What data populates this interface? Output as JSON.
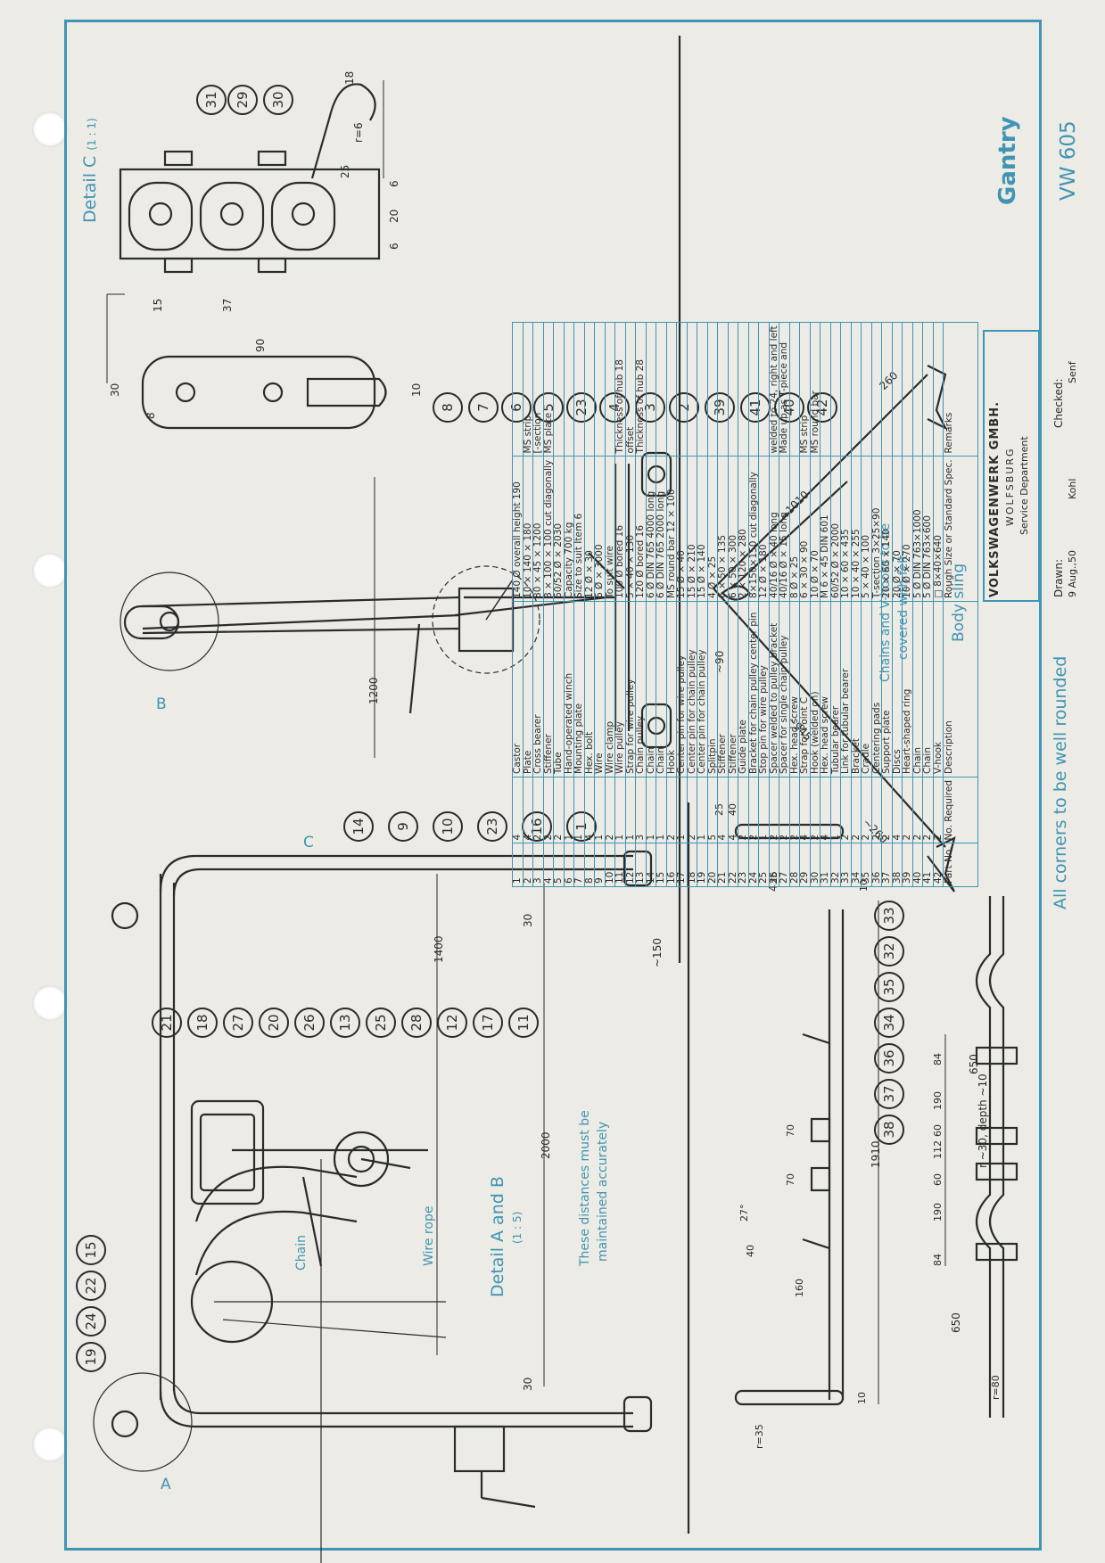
{
  "drawing": {
    "title": "Gantry",
    "number": "VW 605",
    "company": "VOLKSWAGENWERK GMBH.",
    "city": "WOLFSBURG",
    "department": "Service Department",
    "drawn_label": "Drawn:",
    "drawn_date": "9 Aug.,50",
    "drawn_by": "Kohl",
    "checked_label": "Checked:",
    "checked_by": "Senf"
  },
  "labels": {
    "detail_c": "Detail C",
    "detail_c_scale": "(1 : 1)",
    "detail_ab": "Detail A and B",
    "detail_ab_scale": "(1 : 5)",
    "body_sling": "Body sling",
    "felt_note_1": "Chains and V-hooks to be",
    "felt_note_2": "covered with felt",
    "accuracy_note_1": "These distances must be",
    "accuracy_note_2": "maintained accurately",
    "corners_note": "All corners to be well rounded",
    "chain": "Chain",
    "wire_rope": "Wire rope",
    "letter_a": "A",
    "letter_b": "B",
    "letter_c": "C"
  },
  "parts_header": {
    "part_no": "Part No.",
    "no_required": "No. Required",
    "description": "Description",
    "size": "Rough Size or Standard Spec.",
    "remarks": "Remarks"
  },
  "parts": [
    {
      "part": "42",
      "qty": "2",
      "desc": "V-hook",
      "size": "□ 8×40×640",
      "remarks": ""
    },
    {
      "part": "41",
      "qty": "2",
      "desc": "Chain",
      "size": "5 Ø DIN 763×600",
      "remarks": ""
    },
    {
      "part": "40",
      "qty": "2",
      "desc": "Chain",
      "size": "5 Ø DIN 763×1000",
      "remarks": ""
    },
    {
      "part": "39",
      "qty": "2",
      "desc": "Heart-shaped ring",
      "size": "10 Ø × 270",
      "remarks": ""
    },
    {
      "part": "38",
      "qty": "4",
      "desc": "Discs",
      "size": "20 Ø × 70",
      "remarks": ""
    },
    {
      "part": "37",
      "qty": "2",
      "desc": "Support plate",
      "size": "20 × 60 × 140",
      "remarks": ""
    },
    {
      "part": "36",
      "qty": "2",
      "desc": "Centering pads",
      "size": "T-section 3×25×90",
      "remarks": ""
    },
    {
      "part": "35",
      "qty": "2",
      "desc": "Cradle",
      "size": "5 × 40 × 100",
      "remarks": ""
    },
    {
      "part": "34",
      "qty": "2",
      "desc": "Bracket",
      "size": "10 × 40 × 255",
      "remarks": ""
    },
    {
      "part": "33",
      "qty": "2",
      "desc": "Link for tubular bearer",
      "size": "10 × 60 × 435",
      "remarks": ""
    },
    {
      "part": "32",
      "qty": "1",
      "desc": "Tubular bearer",
      "size": "60/52 Ø × 2000",
      "remarks": ""
    },
    {
      "part": "31",
      "qty": "4",
      "desc": "Hex. head screw",
      "size": "M 6 × 45 DIN 601",
      "remarks": ""
    },
    {
      "part": "30",
      "qty": "2",
      "desc": "Hook (welded on)",
      "size": "10 Ø × 70",
      "remarks": "MS round bar"
    },
    {
      "part": "29",
      "qty": "4",
      "desc": "Strap for Point C",
      "size": "6 × 30 × 90",
      "remarks": "MS strip"
    },
    {
      "part": "28",
      "qty": "2",
      "desc": "Hex. head screw",
      "size": "8 Ø × 25",
      "remarks": ""
    },
    {
      "part": "27",
      "qty": "2",
      "desc": "Spacer for single chain pulley",
      "size": "40/16 Ø × 15 long",
      "remarks": "Made up as T-piece and"
    },
    {
      "part": "26",
      "qty": "2",
      "desc": "Spacer welded to pulley bracket",
      "size": "40/16 Ø × 40 long",
      "remarks": "welded to 24, right and left"
    },
    {
      "part": "25",
      "qty": "1",
      "desc": "Stop pin for wire pulley",
      "size": "12 Ø × 180",
      "remarks": ""
    },
    {
      "part": "24",
      "qty": "2",
      "desc": "Bracket for chain pulley center pin",
      "size": "8×150×150 cut diagonally",
      "remarks": ""
    },
    {
      "part": "23",
      "qty": "2",
      "desc": "Guide plate",
      "size": "2 × 120 × 280",
      "remarks": ""
    },
    {
      "part": "22",
      "qty": "4",
      "desc": "Stiffener",
      "size": "6 × 50 × 300",
      "remarks": ""
    },
    {
      "part": "21",
      "qty": "4",
      "desc": "Stiffener",
      "size": "6 × 50 × 135",
      "remarks": ""
    },
    {
      "part": "20",
      "qty": "5",
      "desc": "Splitpin",
      "size": "4 Ø × 25",
      "remarks": ""
    },
    {
      "part": "19",
      "qty": "1",
      "desc": "Center pin for chain pulley",
      "size": "15 Ø × 140",
      "remarks": ""
    },
    {
      "part": "18",
      "qty": "2",
      "desc": "Center pin for chain pulley",
      "size": "15 Ø × 210",
      "remarks": ""
    },
    {
      "part": "17",
      "qty": "1",
      "desc": "Center pin for wire pulley",
      "size": "15 Ø × 40",
      "remarks": ""
    },
    {
      "part": "16",
      "qty": "2",
      "desc": "Hook",
      "size": "MS round bar 12 × 100",
      "remarks": ""
    },
    {
      "part": "15",
      "qty": "1",
      "desc": "Chain",
      "size": "6 Ø DIN 765 2000 long",
      "remarks": ""
    },
    {
      "part": "14",
      "qty": "1",
      "desc": "Chain",
      "size": "6 Ø DIN 765 4000 long",
      "remarks": ""
    },
    {
      "part": "13",
      "qty": "3",
      "desc": "Chain pulley",
      "size": "120 Ø bored 16",
      "remarks": "Thickness of hub 28"
    },
    {
      "part": "12",
      "qty": "1",
      "desc": "Strap for wire pulley",
      "size": "5 × 40 × 130",
      "remarks": "offset"
    },
    {
      "part": "11",
      "qty": "1",
      "desc": "Wire pulley",
      "size": "100 Ø bored 16",
      "remarks": "Thickness of hub 18"
    },
    {
      "part": "10",
      "qty": "2",
      "desc": "Wire clamp",
      "size": "To suit wire",
      "remarks": ""
    },
    {
      "part": "9",
      "qty": "1",
      "desc": "Wire",
      "size": "6 Ø × 3000",
      "remarks": ""
    },
    {
      "part": "8",
      "qty": "4",
      "desc": "Hex. bolt",
      "size": "12 Ø × 30",
      "remarks": ""
    },
    {
      "part": "7",
      "qty": "1",
      "desc": "Mounting plate",
      "size": "Size to suit Item 6",
      "remarks": ""
    },
    {
      "part": "6",
      "qty": "1",
      "desc": "Hand-operated winch",
      "size": "Capacity 700 kg",
      "remarks": ""
    },
    {
      "part": "5",
      "qty": "2",
      "desc": "Tube",
      "size": "60/52 Ø × 2030",
      "remarks": ""
    },
    {
      "part": "4",
      "qty": "2",
      "desc": "Stiffener",
      "size": "8 × 100 × 100 cut diagonally",
      "remarks": "MS plate"
    },
    {
      "part": "3",
      "qty": "2",
      "desc": "Cross bearer",
      "size": "80 × 45 × 1200",
      "remarks": "[-section"
    },
    {
      "part": "2",
      "qty": "4",
      "desc": "Plate",
      "size": "10 × 140 × 180",
      "remarks": "MS strip"
    },
    {
      "part": "1",
      "qty": "4",
      "desc": "Castor",
      "size": "140 Ø overall height 190",
      "remarks": ""
    }
  ],
  "callouts": {
    "c1": "1",
    "c2": "2",
    "c3": "3",
    "c4": "4",
    "c5": "5",
    "c6": "6",
    "c7": "7",
    "c8": "8",
    "c9": "9",
    "c10": "10",
    "c11": "11",
    "c12": "12",
    "c13": "13",
    "c14": "14",
    "c15": "15",
    "c16": "16",
    "c17": "17",
    "c18": "18",
    "c19": "19",
    "c20": "20",
    "c21": "21",
    "c22": "22",
    "c23": "23",
    "c24": "24",
    "c25": "25",
    "c26": "26",
    "c27": "27",
    "c28": "28",
    "c29": "29",
    "c30": "30",
    "c31": "31",
    "c32": "32",
    "c33": "33",
    "c34": "34",
    "c35": "35",
    "c36": "36",
    "c37": "37",
    "c38": "38",
    "c39": "39",
    "c40": "40",
    "c41": "41",
    "c42": "42"
  },
  "dims": {
    "d1200": "1200",
    "d1400": "1400",
    "d2000": "2000",
    "d150": "~150",
    "d30a": "30",
    "d30b": "30",
    "d1010": "~1010",
    "d945": "~945",
    "d260a": "260",
    "d260b": "~260",
    "d90": "~90",
    "d90c": "90",
    "d37": "37",
    "d15": "15",
    "d30c": "30",
    "d10c": "10",
    "d8c": "8",
    "d18": "18",
    "d25": "25",
    "d20": "20",
    "d6a": "6",
    "d6b": "6",
    "r6": "r=6",
    "d435": "435",
    "d40": "40",
    "d25b": "25",
    "d10b": "10",
    "d1910": "1910",
    "d650a": "650",
    "d650b": "650",
    "d84a": "84",
    "d84b": "84",
    "d190a": "190",
    "d190b": "190",
    "d60a": "60",
    "d60b": "60",
    "d112": "112",
    "d70a": "70",
    "d70b": "70",
    "d160": "160",
    "d27": "27°",
    "d40b": "40",
    "depth": "r ~30, depth ~10",
    "r80": "r=80",
    "r35": "r=35",
    "d10d": "10"
  },
  "colors": {
    "border": "#3f95b3",
    "ink": "#2b2b2b",
    "paper": "#ecebe5"
  }
}
